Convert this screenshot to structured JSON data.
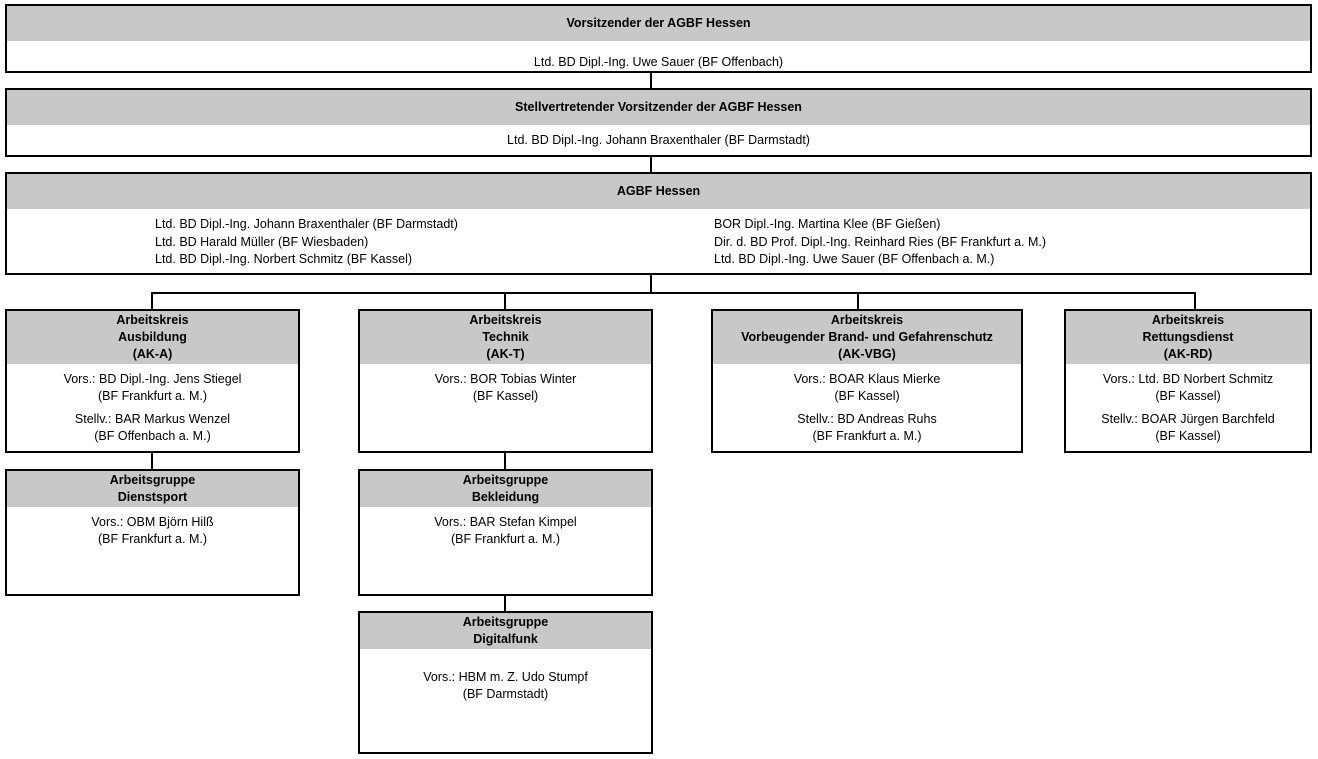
{
  "chair": {
    "title": "Vorsitzender der AGBF Hessen",
    "person": "Ltd. BD Dipl.-Ing. Uwe Sauer (BF Offenbach)"
  },
  "deputy": {
    "title": "Stellvertretender Vorsitzender der AGBF Hessen",
    "person": "Ltd. BD Dipl.-Ing. Johann Braxenthaler (BF Darmstadt)"
  },
  "agbf": {
    "title": "AGBF Hessen",
    "members_left": [
      "Ltd. BD Dipl.-Ing. Johann Braxenthaler (BF Darmstadt)",
      "Ltd. BD Harald Müller (BF Wiesbaden)",
      "Ltd. BD Dipl.-Ing. Norbert Schmitz (BF Kassel)"
    ],
    "members_right": [
      "BOR Dipl.-Ing.  Martina Klee (BF Gießen)",
      "Dir. d. BD Prof. Dipl.-Ing. Reinhard Ries (BF Frankfurt a. M.)",
      "Ltd. BD Dipl.-Ing. Uwe Sauer (BF Offenbach a. M.)"
    ]
  },
  "ak": [
    {
      "title": [
        "Arbeitskreis",
        "Ausbildung",
        "(AK-A)"
      ],
      "lines": [
        [
          "Vors.: BD Dipl.-Ing. Jens Stiegel",
          "(BF Frankfurt a. M.)"
        ],
        [
          "Stellv.: BAR Markus Wenzel",
          "(BF Offenbach a. M.)"
        ]
      ]
    },
    {
      "title": [
        "Arbeitskreis",
        "Technik",
        "(AK-T)"
      ],
      "lines": [
        [
          "Vors.: BOR Tobias Winter",
          "(BF Kassel)"
        ]
      ]
    },
    {
      "title": [
        "Arbeitskreis",
        "Vorbeugender Brand- und Gefahrenschutz",
        "(AK-VBG)"
      ],
      "lines": [
        [
          "Vors.: BOAR Klaus Mierke",
          "(BF Kassel)"
        ],
        [
          "Stellv.: BD Andreas Ruhs",
          "(BF Frankfurt a. M.)"
        ]
      ]
    },
    {
      "title": [
        "Arbeitskreis",
        "Rettungsdienst",
        "(AK-RD)"
      ],
      "lines": [
        [
          "Vors.: Ltd. BD Norbert Schmitz",
          "(BF Kassel)"
        ],
        [
          "Stellv.: BOAR Jürgen Barchfeld",
          "(BF Kassel)"
        ]
      ]
    }
  ],
  "ag": [
    {
      "title": [
        "Arbeitsgruppe",
        "Dienstsport"
      ],
      "lines": [
        "Vors.: OBM Björn Hilß",
        "(BF Frankfurt a. M.)"
      ]
    },
    {
      "title": [
        "Arbeitsgruppe",
        "Bekleidung"
      ],
      "lines": [
        "Vors.: BAR Stefan Kimpel",
        "(BF Frankfurt a. M.)"
      ]
    },
    {
      "title": [
        "Arbeitsgruppe",
        "Digitalfunk"
      ],
      "lines": [
        "Vors.: HBM m. Z. Udo Stumpf",
        "(BF Darmstadt)"
      ]
    }
  ]
}
